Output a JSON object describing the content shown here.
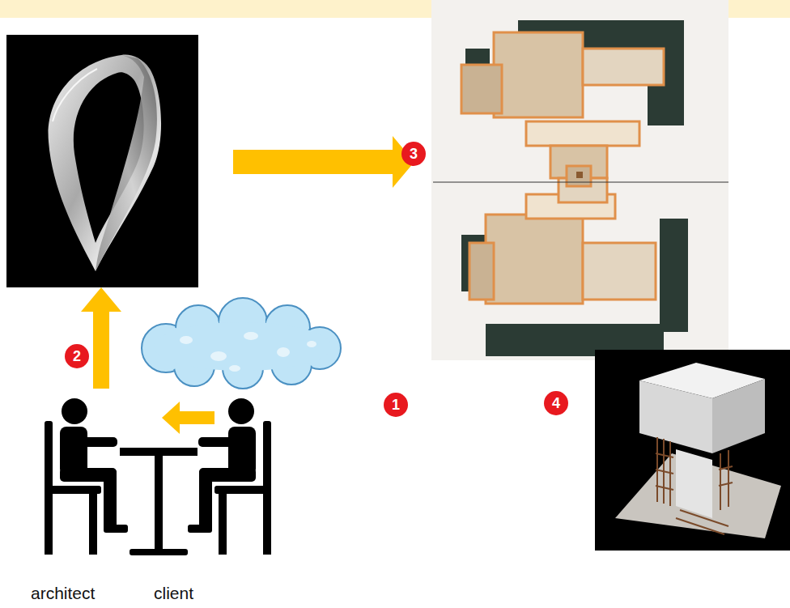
{
  "diagram": {
    "nodes": [
      {
        "text": [
          "architect"
        ]
      },
      {
        "text": [
          "client"
        ]
      }
    ],
    "edges": [
      {
        "from": 1,
        "to": 0,
        "arrow": "to"
      }
    ],
    "labels": [
      "1",
      "2",
      "3",
      "4"
    ]
  }
}
